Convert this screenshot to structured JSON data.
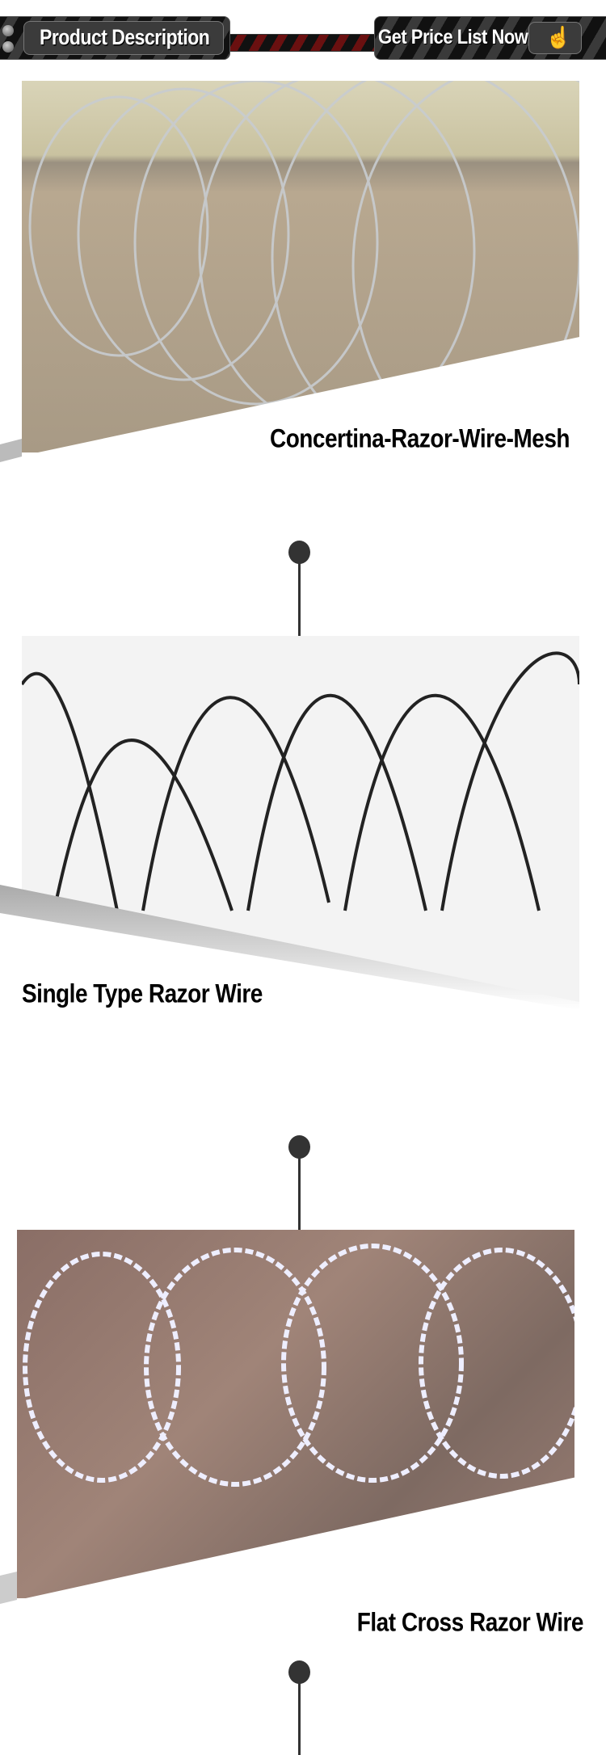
{
  "header": {
    "left_label": "Product Description",
    "right_label": "Get Price List Now",
    "right_icon": "hand-pointer-icon"
  },
  "products": [
    {
      "title": "Concertina-Razor-Wire-Mesh"
    },
    {
      "title": "Single Type Razor Wire"
    },
    {
      "title": "Flat Cross Razor Wire"
    }
  ],
  "colors": {
    "stripe_red": "#6a1010",
    "pin": "#333333"
  }
}
